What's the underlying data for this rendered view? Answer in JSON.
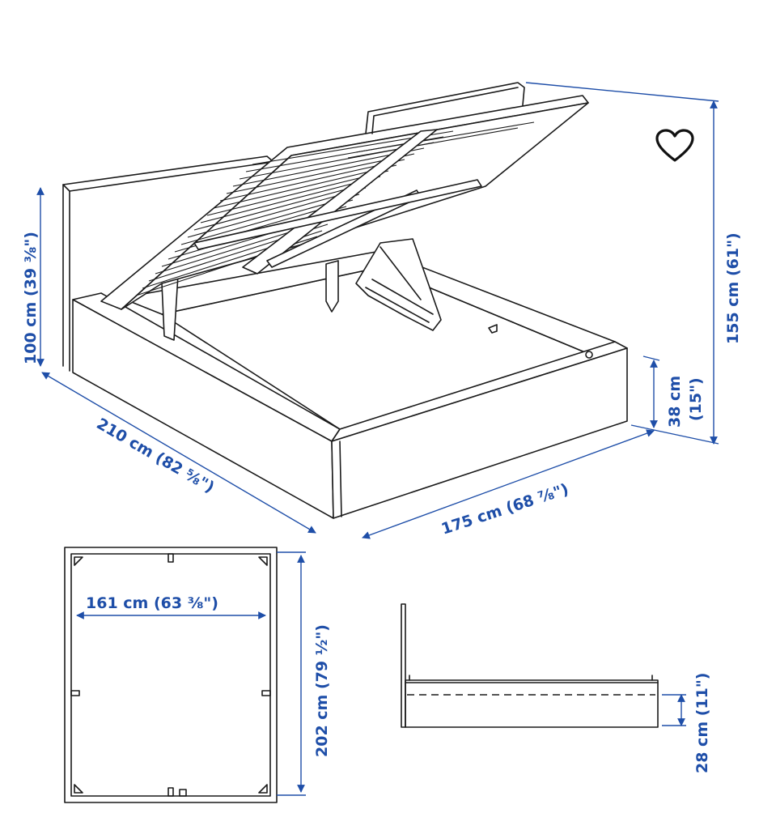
{
  "dimensions": {
    "headboard_height": "100 cm (39 ⅜\")",
    "total_height": "155 cm (61\")",
    "length": "210 cm (82 ⅝\")",
    "width": "175 cm (68 ⅞\")",
    "side_height": "38 cm",
    "side_height_inch": "(15\")",
    "inner_width": "161 cm (63 ⅜\")",
    "inner_length": "202 cm (79 ½\")",
    "storage_height": "28 cm (11\")"
  },
  "icons": {
    "favorite": "heart-icon"
  },
  "colors": {
    "dimension": "#1e4ea8",
    "line": "#1a1a1a"
  }
}
